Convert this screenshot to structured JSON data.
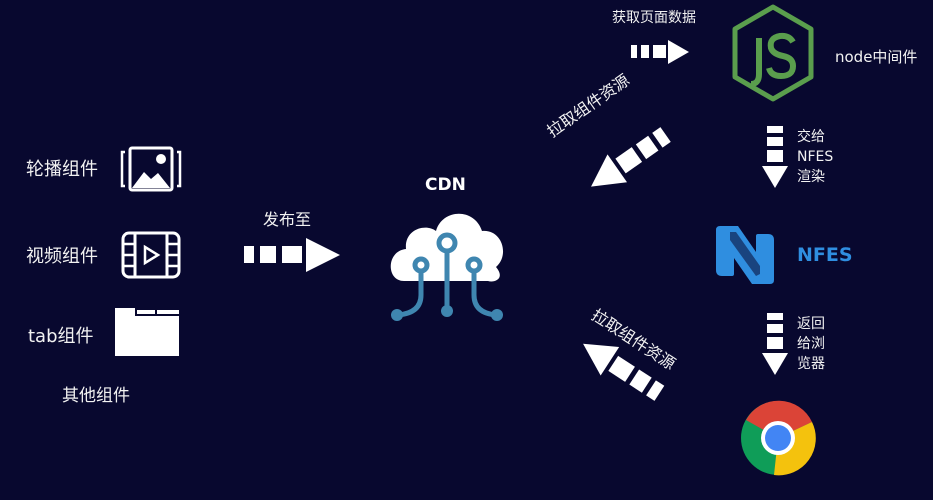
{
  "colors": {
    "background": "#08082f",
    "foreground": "#ffffff",
    "cdn_circuit": "#3f86b0",
    "node_green": "#5a9e4d",
    "nfes_blue": "#2f8ee0",
    "chrome_red": "#db4437",
    "chrome_green": "#0f9d58",
    "chrome_yellow": "#f4c20d",
    "chrome_blue": "#4285f4"
  },
  "components": {
    "items": [
      {
        "label": "轮播组件",
        "icon": "carousel-image-icon"
      },
      {
        "label": "视频组件",
        "icon": "video-film-icon"
      },
      {
        "label": "tab组件",
        "icon": "tab-folder-icon"
      }
    ],
    "other_label": "其他组件"
  },
  "publish": {
    "label": "发布至",
    "arrow": "right-dashed-arrow"
  },
  "cdn": {
    "label": "CDN",
    "icon": "cloud-circuit-icon"
  },
  "pull_top": {
    "label": "拉取组件资源",
    "arrow": "down-left-dashed-arrow"
  },
  "pull_bottom": {
    "label": "拉取组件资源",
    "arrow": "up-left-dashed-arrow"
  },
  "fetch": {
    "label": "获取页面数据",
    "arrow": "right-dashed-arrow"
  },
  "node": {
    "label": "node中间件",
    "icon": "nodejs-hexagon-icon"
  },
  "handoff": {
    "lines": [
      "交给",
      "NFES",
      "渲染"
    ],
    "arrow": "down-dashed-arrow"
  },
  "nfes": {
    "label": "NFES",
    "icon": "nfes-n-logo-icon"
  },
  "return": {
    "lines": [
      "返回",
      "给浏",
      "览器"
    ],
    "arrow": "down-dashed-arrow"
  },
  "browser": {
    "icon": "chrome-icon"
  }
}
